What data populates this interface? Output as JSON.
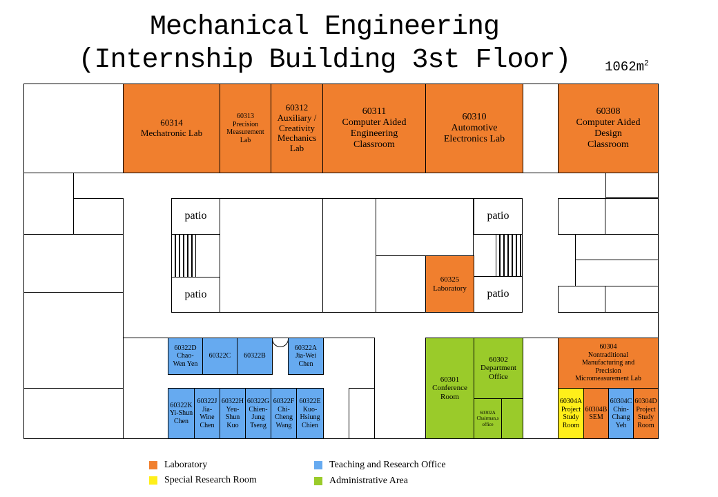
{
  "title": {
    "line1": "Mechanical Engineering",
    "line2": "(Internship Building 3st Floor)",
    "area_value": "1062m",
    "area_sup": "2"
  },
  "colors": {
    "laboratory": "#f07f2e",
    "teaching": "#66aaf0",
    "special": "#ffef1a",
    "administrative": "#9acb2a"
  },
  "rooms": {
    "r60314": [
      "60314",
      "Mechatronic Lab"
    ],
    "r60313": [
      "60313",
      "Precision",
      "Measurement",
      "Lab"
    ],
    "r60312": [
      "60312",
      "Auxiliary /",
      "Creativity",
      "Mechanics",
      "Lab"
    ],
    "r60311": [
      "60311",
      "Computer Aided",
      "Engineering",
      "Classroom"
    ],
    "r60310": [
      "60310",
      "Automotive",
      "Electronics  Lab"
    ],
    "r60308": [
      "60308",
      "Computer Aided",
      "Design",
      "Classroom"
    ],
    "r60325": [
      "60325",
      "Laboratory"
    ],
    "patio": "patio",
    "r60322D": [
      "60322D",
      "Chao-",
      "Wen Yen"
    ],
    "r60322C": "60322C",
    "r60322B": "60322B",
    "r60322A": [
      "60322A",
      "Jia-Wei",
      "Chen"
    ],
    "r60322K": [
      "60322K",
      "Yi-Shun",
      "Chen"
    ],
    "r60322J": [
      "60322J",
      "Jia-",
      "Wine",
      "Chen"
    ],
    "r60322H": [
      "60322H",
      "Yeu-",
      "Shun",
      "Kuo"
    ],
    "r60322G": [
      "60322G",
      "Chien-",
      "Jung",
      "Tseng"
    ],
    "r60322F": [
      "60322F",
      "Chi-",
      "Cheng",
      "Wang"
    ],
    "r60322E": [
      "60322E",
      "Kuo-",
      "Hsiung",
      "Chien"
    ],
    "r60301": [
      "60301",
      "Conference",
      "Room"
    ],
    "r60302": [
      "60302",
      "Department",
      "Office"
    ],
    "r60302A": [
      "60302A",
      "Chairman,s",
      "office"
    ],
    "r60304": [
      "60304",
      "Nontraditional",
      "Manufacturing and",
      "Precision",
      "Micromeasurement Lab"
    ],
    "r60304A": [
      "60304A",
      "Project",
      "Study",
      "Room"
    ],
    "r60304B": [
      "60304B",
      "SEM"
    ],
    "r60304C": [
      "60304C",
      "Chin-",
      "Chang",
      "Yeh"
    ],
    "r60304D": [
      "60304D",
      "Project",
      "Study",
      "Room"
    ]
  },
  "legend": {
    "laboratory": "Laboratory",
    "special": "Special Research Room",
    "teaching": "Teaching  and Research Office",
    "administrative": "Administrative  Area"
  }
}
